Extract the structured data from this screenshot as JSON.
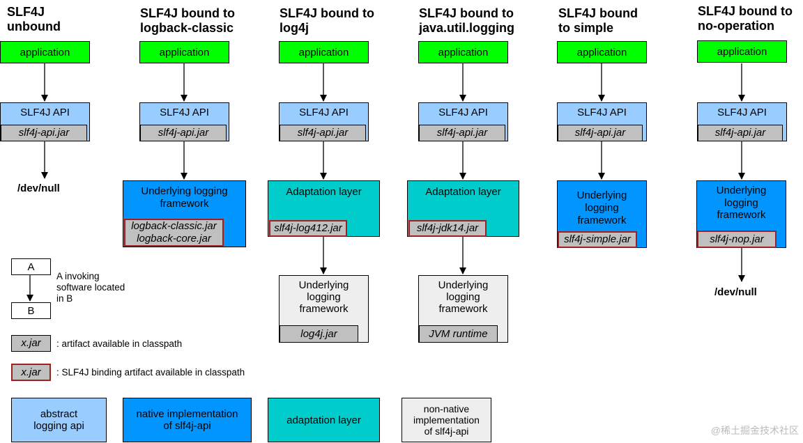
{
  "columns": [
    {
      "title_line1": "SLF4J",
      "title_line2": "unbound",
      "app": "application",
      "api": "SLF4J API",
      "api_jar": "slf4j-api.jar",
      "terminal": "/dev/null"
    },
    {
      "title_line1": "SLF4J bound to",
      "title_line2": "logback-classic",
      "app": "application",
      "api": "SLF4J API",
      "api_jar": "slf4j-api.jar",
      "impl_line1": "Underlying logging",
      "impl_line2": "framework",
      "jar_line1": "logback-classic.jar",
      "jar_line2": "logback-core.jar"
    },
    {
      "title_line1": "SLF4J bound to",
      "title_line2": "log4j",
      "app": "application",
      "api": "SLF4J API",
      "api_jar": "slf4j-api.jar",
      "adapt": "Adaptation layer",
      "adapt_jar": "slf4j-log412.jar",
      "fw_line1": "Underlying",
      "fw_line2": "logging",
      "fw_line3": "framework",
      "fw_jar": "log4j.jar"
    },
    {
      "title_line1": "SLF4J bound to",
      "title_line2": "java.util.logging",
      "app": "application",
      "api": "SLF4J API",
      "api_jar": "slf4j-api.jar",
      "adapt": "Adaptation layer",
      "adapt_jar": "slf4j-jdk14.jar",
      "fw_line1": "Underlying",
      "fw_line2": "logging",
      "fw_line3": "framework",
      "fw_jar": "JVM runtime"
    },
    {
      "title_line1": "SLF4J bound",
      "title_line2": "to simple",
      "app": "application",
      "api": "SLF4J API",
      "api_jar": "slf4j-api.jar",
      "impl_line1": "Underlying",
      "impl_line2": "logging",
      "impl_line3": "framework",
      "jar": "slf4j-simple.jar"
    },
    {
      "title_line1": "SLF4J bound to",
      "title_line2": "no-operation",
      "app": "application",
      "api": "SLF4J API",
      "api_jar": "slf4j-api.jar",
      "impl_line1": "Underlying",
      "impl_line2": "logging",
      "impl_line3": "framework",
      "jar": "slf4j-nop.jar",
      "terminal": "/dev/null"
    }
  ],
  "legend": {
    "a": "A",
    "b": "B",
    "invoke_line1": "A invoking",
    "invoke_line2": "software located",
    "invoke_line3": "in B",
    "jar_sample": "x.jar",
    "jar_desc": ": artifact available in classpath",
    "binding_sample": "x.jar",
    "binding_desc": ": SLF4J binding artifact available in classpath"
  },
  "key": {
    "abstract_line1": "abstract",
    "abstract_line2": "logging api",
    "native_line1": "native implementation",
    "native_line2": "of slf4j-api",
    "adaptation": "adaptation layer",
    "nonnative_line1": "non-native",
    "nonnative_line2": "implementation",
    "nonnative_line3": "of slf4j-api"
  },
  "watermark": "@稀土掘金技术社区",
  "colors": {
    "application": "#00ff00",
    "api": "#99ccff",
    "native": "#0095ff",
    "adaptation": "#00cccc",
    "nonnative": "#eeeeee",
    "jar": "#c0c0c0",
    "binding_border": "#a02020"
  }
}
